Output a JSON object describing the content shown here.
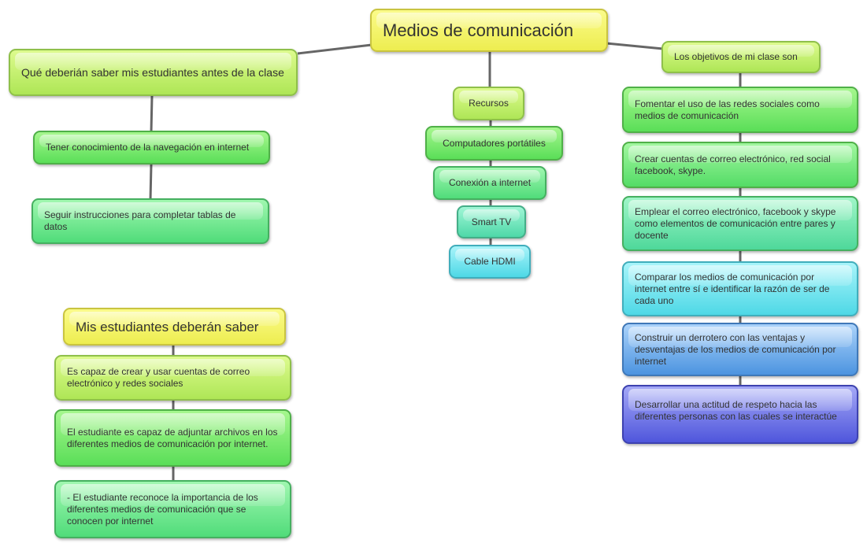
{
  "root": "Medios de comunicación",
  "left_branch": {
    "title": "Qué deberián saber mis estudiantes antes de la clase",
    "items": [
      "Tener conocimiento de la navegación en internet",
      "Seguir instrucciones para completar tablas de datos"
    ]
  },
  "bottom_left_branch": {
    "title": "Mis estudiantes deberán saber",
    "items": [
      "Es capaz de crear y usar cuentas de correo electrónico y redes sociales",
      "El estudiante es  capaz de adjuntar archivos en los diferentes medios de comunicación por internet.",
      "- El estudiante reconoce la importancia de los diferentes medios de comunicación que se conocen por internet"
    ]
  },
  "center_branch": {
    "title": "Recursos",
    "items": [
      "Computadores portátiles",
      "Conexión a internet",
      "Smart TV",
      "Cable HDMI"
    ]
  },
  "right_branch": {
    "title": "Los objetivos de mi clase son",
    "items": [
      "Fomentar el uso de las redes sociales como medios de comunicación",
      "Crear cuentas de correo electrónico, red social facebook, skype.",
      "Emplear el correo electrónico, facebook y skype como elementos de comunicación entre pares y docente",
      "Comparar los medios de comunicación por internet entre sí e identificar la razón de ser de cada uno",
      "Construir un derrotero con las ventajas y desventajas de los medios de comunicación por internet",
      "Desarrollar una actitud de respeto hacia las diferentes personas con las cuales se interactúe"
    ]
  }
}
